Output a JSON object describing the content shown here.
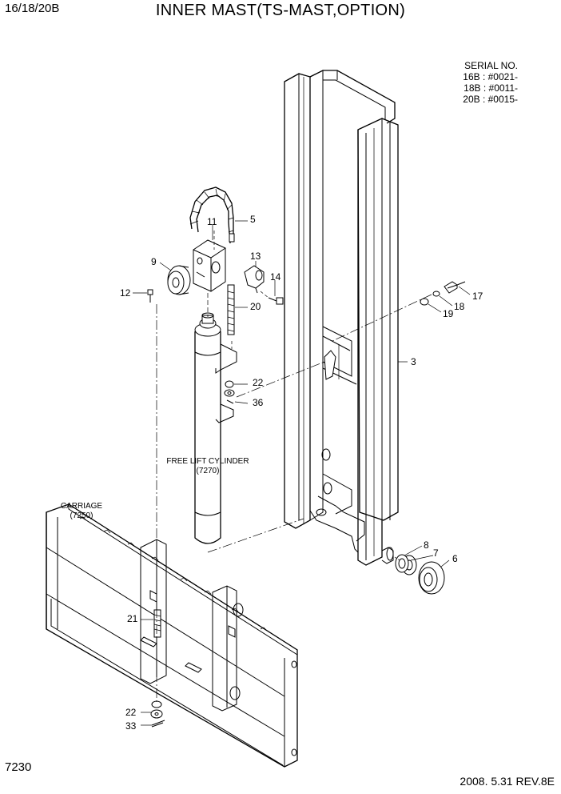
{
  "header": {
    "model": "16/18/20B",
    "title": "INNER MAST(TS-MAST,OPTION)"
  },
  "serial_note": {
    "heading": "SERIAL NO.",
    "lines": [
      "16B : #0021-",
      "18B : #0011-",
      "20B : #0015-"
    ]
  },
  "labels": {
    "free_lift_cylinder": "FREE LIFT CYLINDER",
    "free_lift_cylinder_ref": "(7270)",
    "carriage": "CARRIAGE",
    "carriage_ref": "(7250)"
  },
  "parts": {
    "p3": "3",
    "p5": "5",
    "p6": "6",
    "p7": "7",
    "p8": "8",
    "p9": "9",
    "p11": "11",
    "p12": "12",
    "p13": "13",
    "p14": "14",
    "p17": "17",
    "p18": "18",
    "p19": "19",
    "p20": "20",
    "p21": "21",
    "p22a": "22",
    "p22b": "22",
    "p33": "33",
    "p36": "36"
  },
  "footer": {
    "page_number": "7230",
    "date_revision": "2008. 5.31  REV.8E"
  }
}
